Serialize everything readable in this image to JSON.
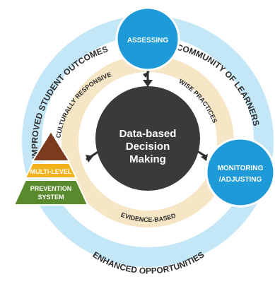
{
  "center": {
    "line1": "Data-based",
    "line2": "Decision",
    "line3": "Making"
  },
  "nodes": {
    "assessing": "ASSESSING",
    "monitoring_line1": "MONITORING",
    "monitoring_line2": "/ADJUSTING"
  },
  "outer_ring": {
    "left": "IMPROVED STUDENT OUTCOMES",
    "right": "COMMUNITY OF LEARNERS",
    "bottom": "ENHANCED OPPORTUNITIES"
  },
  "inner_ring": {
    "left": "CULTURALLY RESPONSIVE",
    "right": "WISE PRACTICES",
    "bottom": "EVIDENCE-BASED"
  },
  "pyramid": {
    "line1": "MULTI-LEVEL",
    "line2": "PREVENTION",
    "line3": "SYSTEM"
  },
  "colors": {
    "outer_ring": "#c4e7f8",
    "inner_ring": "#f7e6c6",
    "node": "#1e9ad8",
    "node_border": "#ffffff",
    "center": "#3a3a3a",
    "ring_text": "#2b2b2b",
    "pyramid_top": "#7a3b1e",
    "pyramid_mid": "#f2b21b",
    "pyramid_bottom": "#5a8a2e"
  }
}
